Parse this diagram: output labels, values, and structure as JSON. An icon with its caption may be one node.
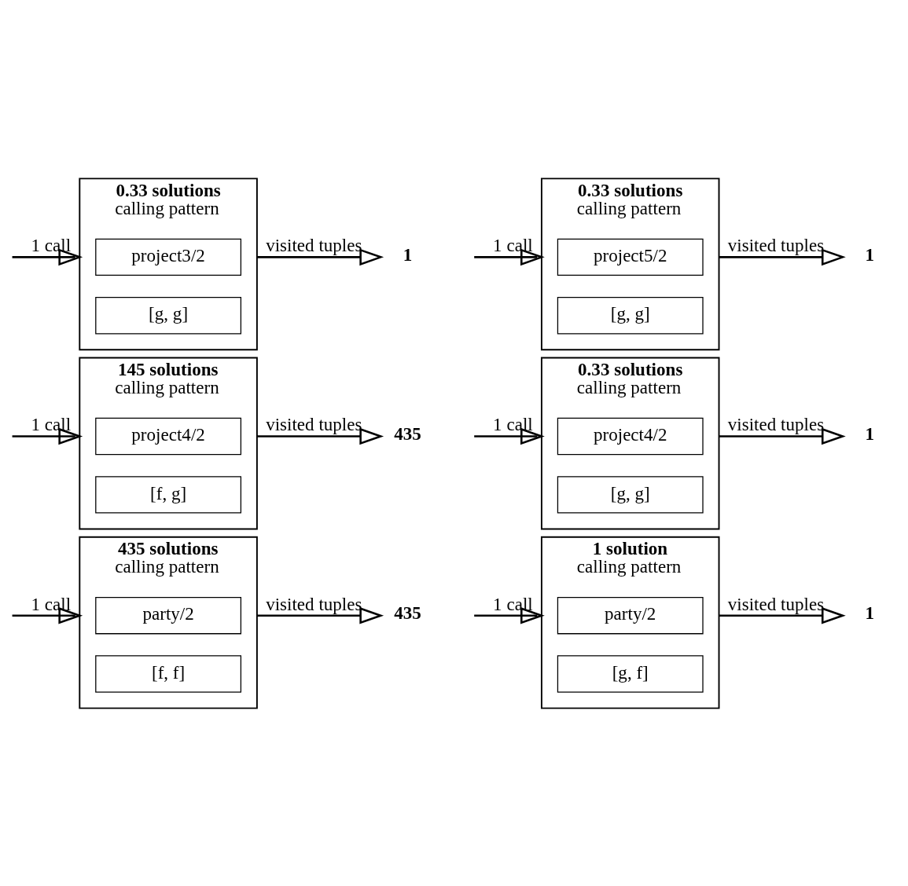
{
  "diagram": {
    "nodes": [
      {
        "text": [
          "435 solutions",
          "calling pattern"
        ]
      },
      {
        "text": [
          "party/2"
        ],
        "in": 0
      },
      {
        "text": [
          "[f, f]"
        ],
        "in": 0
      },
      {
        "text": [
          "435"
        ]
      },
      {
        "text": [
          "1 solution",
          "calling pattern"
        ]
      },
      {
        "text": [
          "party/2"
        ],
        "in": 4
      },
      {
        "text": [
          "[g, f]"
        ],
        "in": 4
      },
      {
        "text": [
          "1"
        ]
      },
      {
        "text": [
          "145 solutions",
          "calling pattern"
        ]
      },
      {
        "text": [
          "project4/2"
        ],
        "in": 8
      },
      {
        "text": [
          "[f, g]"
        ],
        "in": 8
      },
      {
        "text": [
          "435"
        ]
      },
      {
        "text": [
          "0.33 solutions",
          "calling pattern"
        ]
      },
      {
        "text": [
          "project4/2"
        ],
        "in": 12
      },
      {
        "text": [
          "[g, g]"
        ],
        "in": 12
      },
      {
        "text": [
          "1"
        ]
      },
      {
        "text": [
          "0.33 solutions",
          "calling pattern"
        ]
      },
      {
        "text": [
          "project3/2"
        ],
        "in": 16
      },
      {
        "text": [
          "[g, g]"
        ],
        "in": 16
      },
      {
        "text": [
          "1"
        ]
      },
      {
        "text": [
          "0.33 solutions",
          "calling pattern"
        ]
      },
      {
        "text": [
          "project5/2"
        ],
        "in": 20
      },
      {
        "text": [
          "[g, g]"
        ],
        "in": 20
      },
      {
        "text": [
          "1"
        ]
      }
    ],
    "edges": [
      {
        "from": null,
        "to": 0,
        "arrow": "to",
        "label": "1 call"
      },
      {
        "from": 0,
        "to": 3,
        "arrow": "to",
        "label": "visited tuples"
      },
      {
        "from": null,
        "to": 4,
        "arrow": "to",
        "label": "1 call"
      },
      {
        "from": 4,
        "to": 7,
        "arrow": "to",
        "label": "visited tuples"
      },
      {
        "from": null,
        "to": 8,
        "arrow": "to",
        "label": "1 call"
      },
      {
        "from": 8,
        "to": 11,
        "arrow": "to",
        "label": "visited tuples"
      },
      {
        "from": null,
        "to": 12,
        "arrow": "to",
        "label": "1 call"
      },
      {
        "from": 12,
        "to": 15,
        "arrow": "to",
        "label": "visited tuples"
      },
      {
        "from": null,
        "to": 16,
        "arrow": "to",
        "label": "1 call"
      },
      {
        "from": 16,
        "to": 19,
        "arrow": "to",
        "label": "visited tuples"
      },
      {
        "from": null,
        "to": 20,
        "arrow": "to",
        "label": "1 call"
      },
      {
        "from": 20,
        "to": 23,
        "arrow": "to",
        "label": "visited tuples"
      }
    ]
  }
}
